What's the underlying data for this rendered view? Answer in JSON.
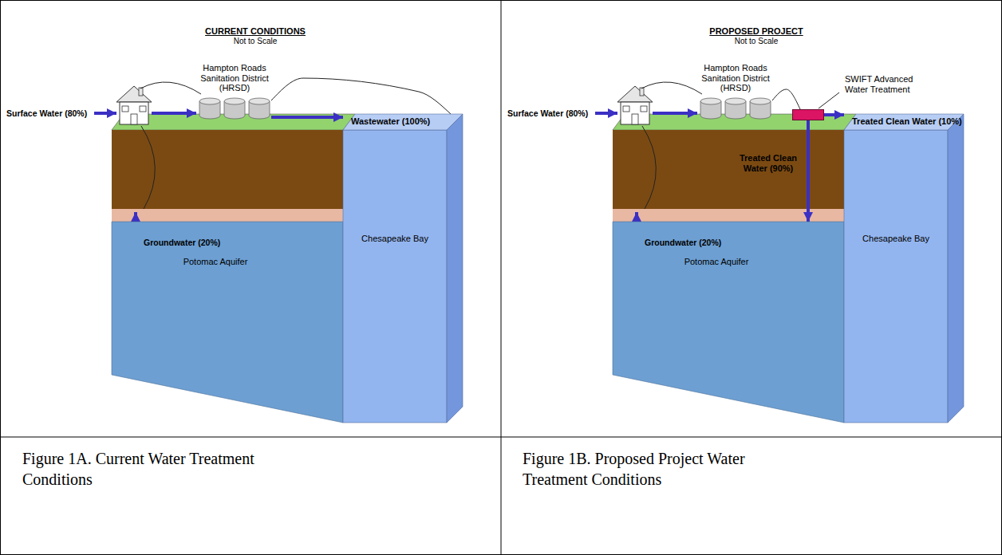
{
  "diagram": {
    "nodes": [
      {
        "text": [
          "Potomac Aquifer"
        ]
      },
      {
        "text": [
          "Chesapeake Bay"
        ]
      },
      {
        "text": [
          "Hampton Roads Sanitation District (HRSD)"
        ]
      },
      {
        "text": [
          "Potomac Aquifer"
        ]
      },
      {
        "text": [
          "Chesapeake Bay"
        ]
      },
      {
        "text": [
          "Hampton Roads Sanitation District (HRSD)"
        ]
      },
      {
        "text": [
          "SWIFT Advanced Water Treatment"
        ]
      }
    ],
    "edges": [
      {
        "from": 2,
        "to": 1,
        "label": "Wastewater (100%)",
        "arrow": "to"
      },
      {
        "from": 2,
        "to": 1,
        "arrow": "none"
      },
      {
        "from": 5,
        "to": 6,
        "arrow": "none"
      },
      {
        "from": 6,
        "to": 4,
        "label": "Treated Clean Water (10%)",
        "arrow": "to"
      },
      {
        "from": 6,
        "to": 3,
        "label": "Treated Clean Water (90%)",
        "arrow": "to"
      }
    ],
    "labels": [
      "CURRENT CONDITIONS",
      "Not to Scale",
      "Surface Water (80%)",
      "Groundwater (20%)",
      "PROPOSED PROJECT",
      "Not to Scale",
      "Surface Water (80%)",
      "Groundwater (20%)",
      "Figure 1A. Current Water Treatment Conditions",
      "Figure 1B. Proposed Project Water Treatment Conditions"
    ]
  }
}
